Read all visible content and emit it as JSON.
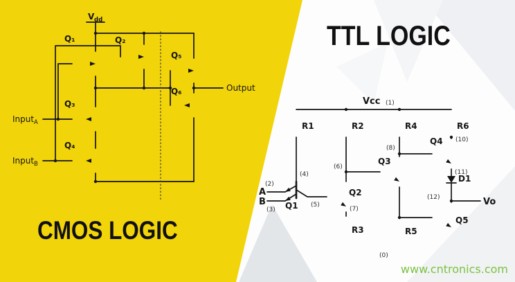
{
  "cmos": {
    "title": "CMOS LOGIC",
    "supply_base": "V",
    "supply_sub": "dd",
    "input_base": "Input",
    "input_a_sub": "A",
    "input_b_sub": "B",
    "output_label": "Output",
    "transistor_labels": [
      "Q₁",
      "Q₂",
      "Q₃",
      "Q₄",
      "Q₅",
      "Q₆"
    ]
  },
  "ttl": {
    "title": "TTL LOGIC",
    "supply_label": "Vcc",
    "output_label": "Vo",
    "input_labels": [
      "A",
      "B"
    ],
    "resistor_labels": [
      "R1",
      "R2",
      "R3",
      "R4",
      "R5",
      "R6"
    ],
    "transistor_labels": [
      "Q1",
      "Q2",
      "Q3",
      "Q4",
      "Q5"
    ],
    "diode_label": "D1",
    "node_labels": [
      "(0)",
      "(1)",
      "(2)",
      "(3)",
      "(4)",
      "(5)",
      "(6)",
      "(7)",
      "(8)",
      "(10)",
      "(11)",
      "(12)"
    ]
  },
  "watermark": "www.cntronics.com",
  "colors": {
    "yellow": "#F2D40A",
    "green": "#7CC242",
    "ink": "#141414"
  }
}
